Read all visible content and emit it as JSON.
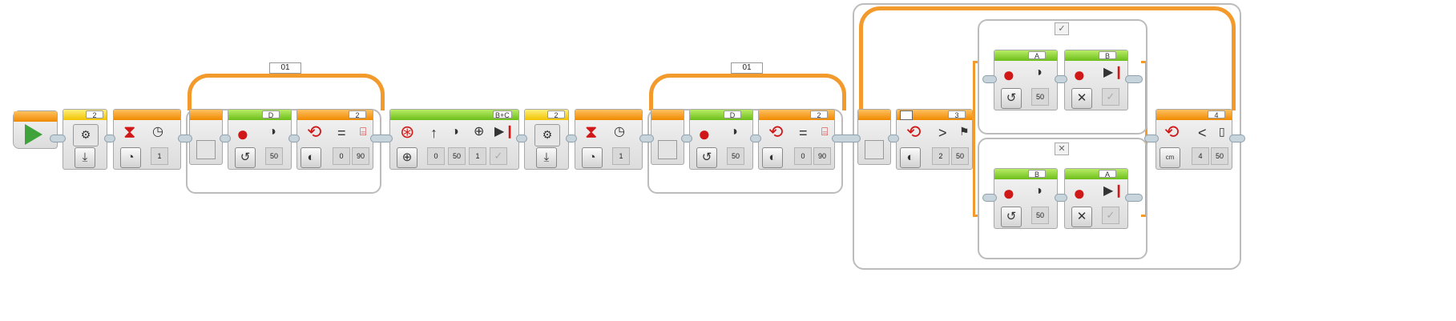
{
  "program": {
    "start": {
      "icon": "play-icon"
    },
    "blocks": {
      "sound1": {
        "port": "2",
        "icon": "gear-sensor-icon",
        "mode_icon": "reset-icon"
      },
      "wait1": {
        "icon": "hourglass-icon",
        "mode_icon": "timer-icon",
        "value": "1"
      },
      "motor1": {
        "port": "D",
        "mode_icon": "rotate-icon",
        "power": "50"
      },
      "wait_gyro1": {
        "port": "2",
        "compare": "=",
        "mode_icon": "gyro-icon",
        "p1": "0",
        "p2": "90"
      },
      "steer": {
        "port": "B+C",
        "mode_icon": "rotations-icon",
        "p1": "0",
        "p2": "50",
        "p3": "1",
        "p4": "✓"
      },
      "sound2": {
        "port": "2"
      },
      "wait2": {
        "value": "1"
      },
      "motor2": {
        "port": "D",
        "power": "50"
      },
      "wait_gyro2": {
        "port": "2",
        "compare": "=",
        "p1": "0",
        "p2": "90"
      },
      "switch_gyro": {
        "port": "3",
        "compare": ">",
        "p1": "2",
        "p2": "50"
      },
      "case_true_motor_a": {
        "port": "A",
        "power": "50"
      },
      "case_true_motor_b": {
        "port": "B"
      },
      "case_false_motor_b": {
        "port": "B",
        "power": "50"
      },
      "case_false_motor_a": {
        "port": "A"
      },
      "wait_us": {
        "port": "4",
        "compare": "<",
        "unit": "cm",
        "p1": "4",
        "p2": "50"
      }
    },
    "loops": {
      "loop1": {
        "label": "01"
      },
      "loop2": {
        "label": "01"
      }
    },
    "switch": {
      "case_true_label": "✓",
      "case_false_label": "✕"
    }
  },
  "colors": {
    "orange": "#f39a2c",
    "yellow": "#f2c200",
    "green": "#6cbe1a",
    "red": "#d01818"
  }
}
